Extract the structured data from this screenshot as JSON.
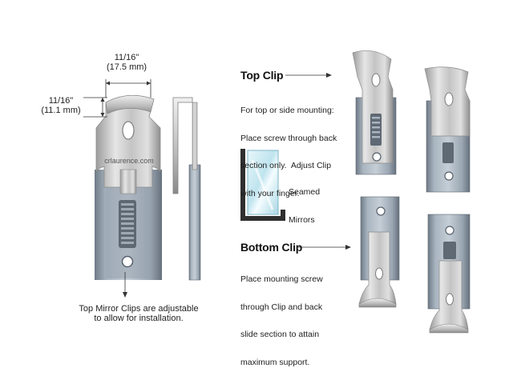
{
  "dimensions": {
    "width_top": "11/16\"",
    "width_top_mm": "(17.5 mm)",
    "height_left": "11/16\"",
    "height_left_mm": "(11.1 mm)"
  },
  "clip_imprint": "crlaurence.com",
  "caption_main": {
    "line1": "Top Mirror Clips are adjustable",
    "line2": "to allow for installation."
  },
  "top_clip": {
    "title": "Top Clip",
    "line1": "For top or side mounting:",
    "line2": "Place screw through back",
    "line3": "section only.  Adjust Clip",
    "line4": "with your finger."
  },
  "seamed": {
    "line1": "Seamed",
    "line2": "Mirrors"
  },
  "bottom_clip": {
    "title": "Bottom Clip",
    "line1": "Place mounting screw",
    "line2": "through Clip and back",
    "line3": "slide section to attain",
    "line4": "maximum support."
  },
  "colors": {
    "steel": "#a9b3bd",
    "steel_dark": "#6f7a86",
    "chrome": "#c9c9c9",
    "glass": "#bfe4ee"
  }
}
